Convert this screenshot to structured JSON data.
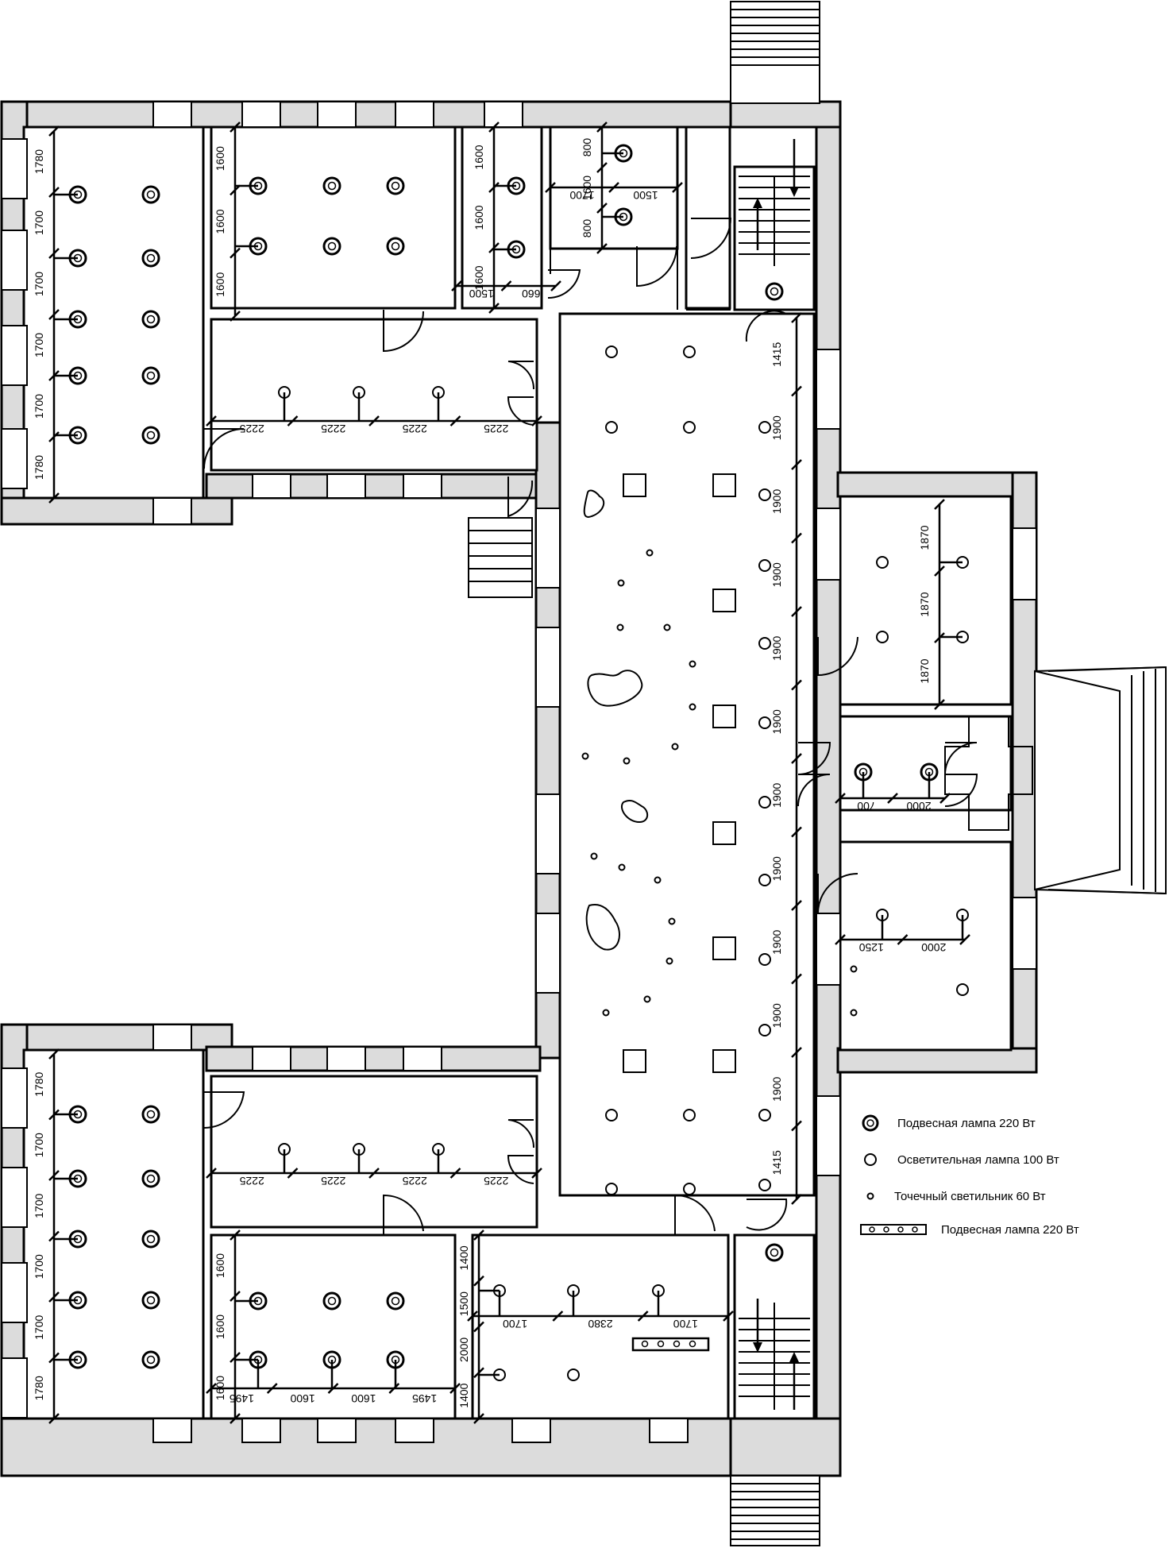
{
  "legend": {
    "items": [
      {
        "symbol": "pendant-lamp",
        "label": "Подвесная лампа 220 Вт"
      },
      {
        "symbol": "light-lamp",
        "label": "Осветительная лампа 100 Вт"
      },
      {
        "symbol": "spot-light",
        "label": "Точечный светильник 60 Вт"
      },
      {
        "symbol": "pendant-strip",
        "label": "Подвесная лампа 220 Вт"
      }
    ]
  },
  "dimensions": {
    "left_top_room": [
      "1780",
      "1700",
      "1700",
      "1700",
      "1700",
      "1780"
    ],
    "left_bottom_room": [
      "1780",
      "1700",
      "1700",
      "1700",
      "1700",
      "1780"
    ],
    "mid_top_room": [
      "1600",
      "1600",
      "1600"
    ],
    "mid_bottom_room_v": [
      "1600",
      "1600",
      "1600"
    ],
    "mid_bottom_room_h": [
      "1495",
      "1600",
      "1600",
      "1495"
    ],
    "small_top_room": [
      "1600",
      "1600",
      "1600"
    ],
    "small_top_room_h": [
      "1500",
      "660"
    ],
    "wc_room_v": [
      "800",
      "1600",
      "800"
    ],
    "wc_room_h": [
      "1700",
      "1500"
    ],
    "upper_corridor": [
      "2225",
      "2225",
      "2225",
      "2225"
    ],
    "lower_corridor": [
      "2225",
      "2225",
      "2225",
      "2225"
    ],
    "hall_right": [
      "1415",
      "1900",
      "1900",
      "1900",
      "1900",
      "1900",
      "1900",
      "1900",
      "1900",
      "1900",
      "1900",
      "1415"
    ],
    "right_room_top": [
      "1870",
      "1870",
      "1870"
    ],
    "vestibule": [
      "700",
      "2000"
    ],
    "right_room_mid": [
      "1250",
      "2000"
    ],
    "bottom_room_v": [
      "1400",
      "1500",
      "2000",
      "1400"
    ],
    "bottom_room_h": [
      "1700",
      "2380",
      "1700"
    ]
  }
}
